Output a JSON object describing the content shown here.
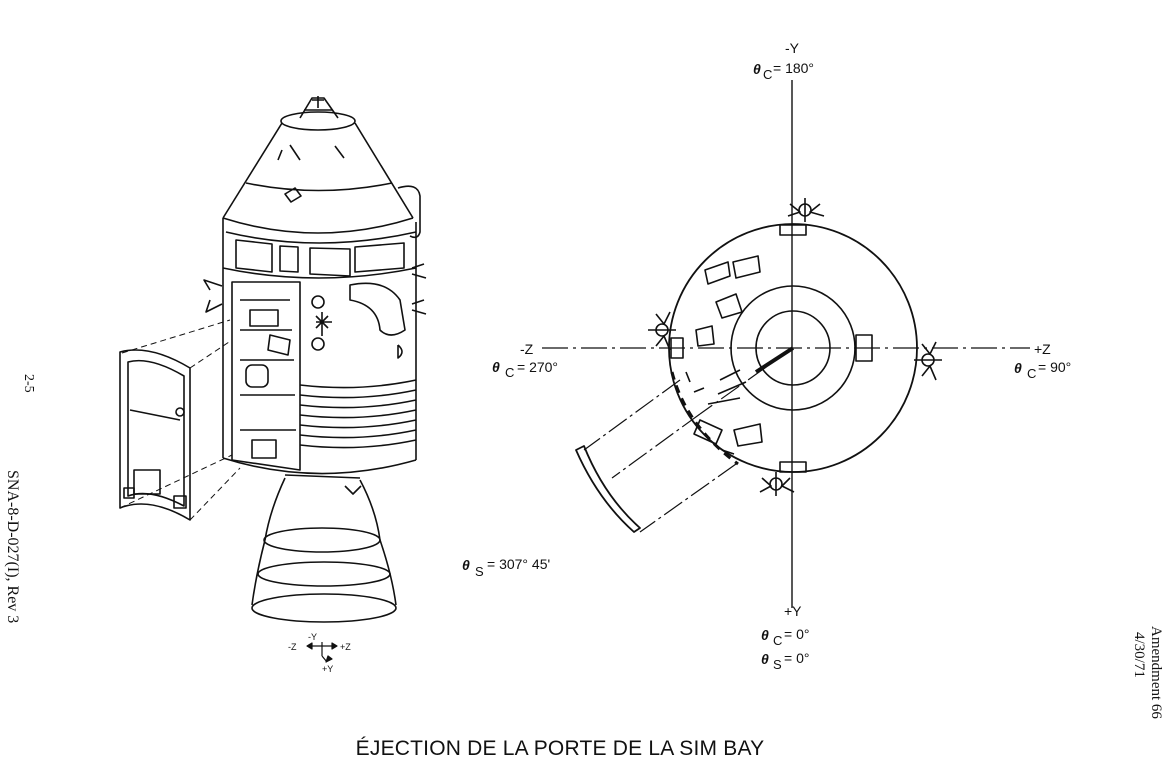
{
  "caption": "ÉJECTION DE LA PORTE DE LA SIM BAY",
  "margin": {
    "doc_id": "SNA-8-D-027(I), Rev 3",
    "page": "2-5",
    "amendment": "Amendment 66",
    "date": "4/30/71"
  },
  "axes": {
    "minus_y": "-Y",
    "minus_y_theta": "= 180°",
    "minus_z": "-Z",
    "minus_z_theta": "= 270°",
    "plus_z": "+Z",
    "plus_z_theta": "= 90°",
    "plus_y": "+Y",
    "plus_y_theta_c": "= 0°",
    "plus_y_theta_s": "= 0°",
    "door_theta": "= 307° 45'"
  },
  "symbols": {
    "theta": "θ",
    "sub_c": "C",
    "sub_s": "S"
  },
  "triad": {
    "minus_y": "-Y",
    "minus_z": "-Z",
    "plus_z": "+Z",
    "plus_y": "+Y"
  },
  "colors": {
    "ink": "#111111",
    "paper": "#ffffff"
  }
}
